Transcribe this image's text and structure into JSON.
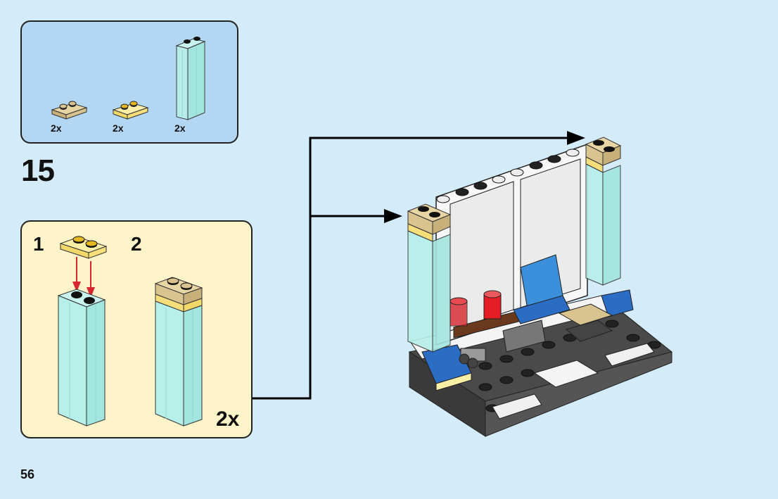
{
  "page": {
    "number": "56",
    "background_color": "#d4ebfa"
  },
  "parts_list": {
    "background_color": "#b3d7f2",
    "items": [
      {
        "name": "tan 1x2 plate",
        "color": "#d9c38f",
        "quantity": "2x"
      },
      {
        "name": "trans-yellow 1x2 plate",
        "color": "#f6df7a",
        "quantity": "2x"
      },
      {
        "name": "trans-light-blue 1x2x5 brick",
        "color": "#a9ece6",
        "quantity": "2x"
      }
    ]
  },
  "step": {
    "number": "15"
  },
  "sub_assembly": {
    "background_color": "#fff3c9",
    "steps": [
      {
        "number": "1"
      },
      {
        "number": "2"
      }
    ],
    "multiplier": "2x",
    "arrow_color": "#d8262e"
  },
  "model": {
    "description": "Office set with window frame, pillars, desk, laptop, mugs, binoculars and dark grey baseplate"
  }
}
